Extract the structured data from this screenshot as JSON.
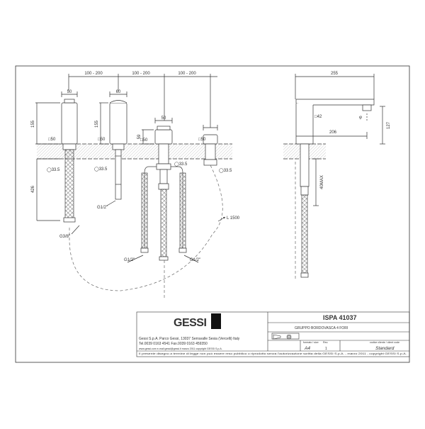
{
  "dims": {
    "top_spacing": [
      "100 - 200",
      "100 - 200",
      "100 - 200"
    ],
    "w50_a": "50",
    "w60": "60",
    "w50_c": "50",
    "h155_a": "155",
    "h155_b": "155",
    "h59": "59",
    "sq50_a": "□50",
    "sq50_b": "□50",
    "sq50_c": "□50",
    "sq50_d": "□50",
    "dia33_a": "◯33.5",
    "dia33_b": "◯33.5",
    "dia33_c": "◯33.5",
    "dia33_d": "◯33.5",
    "h426": "426",
    "g38": "G3/8\"",
    "g12_a": "G1/2\"",
    "g12_b": "G1/2\"",
    "g12_c": "G1/2\"",
    "hose": "L 1500",
    "w255": "255",
    "sq42": "□42",
    "w206": "206",
    "h127": "127",
    "h40max": "40MAX",
    "phi": "φ"
  },
  "title_block": {
    "logo": "GESSI",
    "model": "ISPA  41037",
    "description": "GRUPPO BORDOVASCA 4 FORI",
    "company_line": "Gessi S.p.A. Parco Gessi, 13037 Serravalle Sesia (Vercelli) Italy",
    "phone_line": "Tel.0039  0163  4541 Fax.0039  0163  459350",
    "web_line": "www.gessi.com  e-mail gessi@gessi.it   marzo 2011  copyright GESSI S.p.A.",
    "format_label": "formato / size",
    "format_value": "A4",
    "rev_label": "Rev.",
    "rev_value": "1",
    "client_code_label": "codice cliente / client code",
    "client_code_value": "Standard",
    "legal_notice": "Il presente disegno a termine di legge non può essere reso pubblico o riprodotto senza l'autorizzazione scritta della GESSI S.p.A. - marzo 2011 - copyright GESSI S.p.A."
  }
}
